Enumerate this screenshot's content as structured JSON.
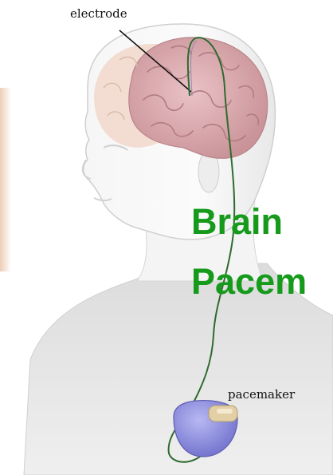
{
  "labels": {
    "electrode": "electrode",
    "pacemaker": "pacemaker"
  },
  "title": {
    "line1": "Brain",
    "line2": "Pacem"
  },
  "colors": {
    "title": "#159a1b",
    "lead_wire": "#2f6b2f",
    "brain": "#d9a9ae",
    "device": "#8e8fe0",
    "device_cap": "#e2cfa6"
  }
}
